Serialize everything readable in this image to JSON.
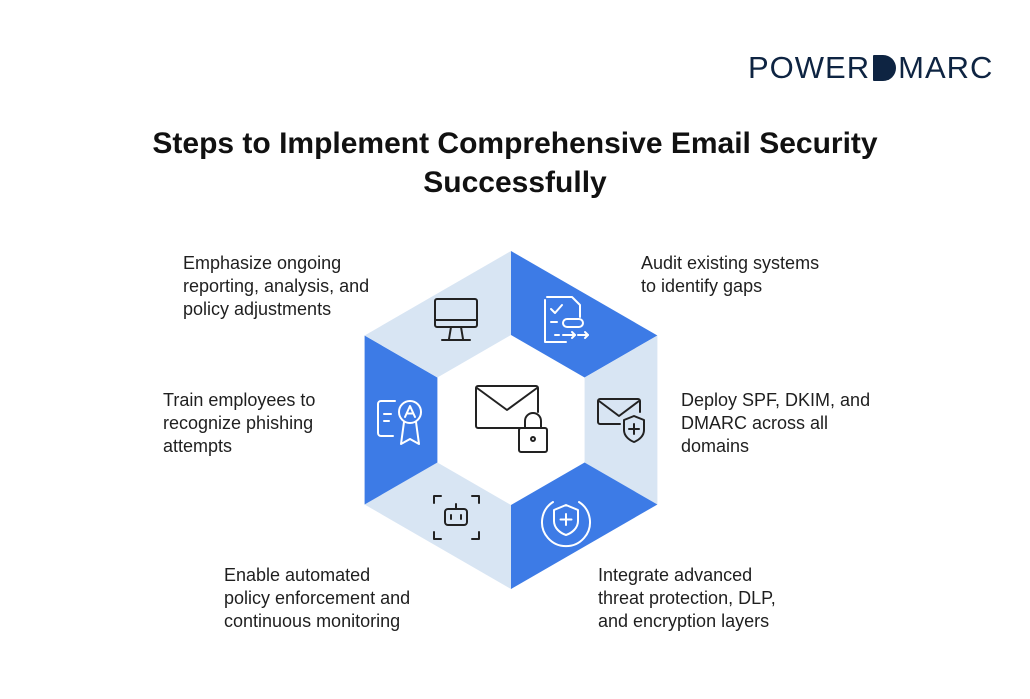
{
  "brand": {
    "logo_left": "POWER",
    "logo_right": "MARC",
    "navy": "#0e2442"
  },
  "title": "Steps to Implement Comprehensive Email Security Successfully",
  "colors": {
    "blue": "#3d7be6",
    "light": "#d8e5f3",
    "icon_dark": "#222222",
    "icon_light": "#ffffff"
  },
  "center_icon": "email-lock-icon",
  "steps": [
    {
      "text": "Audit existing systems\nto identify gaps",
      "icon": "checklist-icon",
      "segment": "blue"
    },
    {
      "text": "Deploy SPF, DKIM, and\nDMARC across all\ndomains",
      "icon": "email-shield-icon",
      "segment": "light"
    },
    {
      "text": "Integrate advanced\nthreat protection, DLP,\nand encryption layers",
      "icon": "shield-plus-icon",
      "segment": "blue"
    },
    {
      "text": "Enable automated\npolicy enforcement and\ncontinuous monitoring",
      "icon": "robot-icon",
      "segment": "light"
    },
    {
      "text": "Train employees to\nrecognize phishing\nattempts",
      "icon": "certificate-icon",
      "segment": "blue"
    },
    {
      "text": "Emphasize ongoing\nreporting, analysis, and\npolicy adjustments",
      "icon": "monitor-icon",
      "segment": "light"
    }
  ]
}
